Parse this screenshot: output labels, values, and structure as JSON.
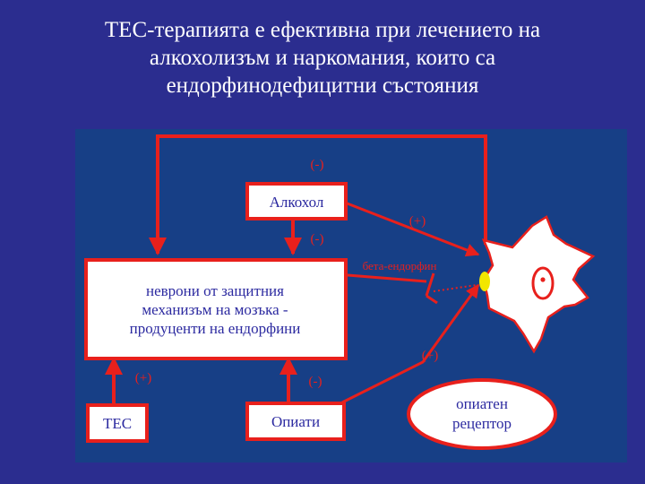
{
  "title_lines": [
    "TEC-терапията е ефективна при лечението на",
    "алкохолизъм и наркомания, които са",
    "ендорфинодефицитни състояния"
  ],
  "diagram": {
    "nodes": {
      "alcohol": "Алкохол",
      "neurons_line1": "неврони от защитния",
      "neurons_line2": "механизъм на мозъка -",
      "neurons_line3": "продуценти на ендорфини",
      "tec": "TEC",
      "opiates": "Опиати",
      "receptor_line1": "опиатен",
      "receptor_line2": "рецептор"
    },
    "labels": {
      "top_loop": "(-)",
      "alcohol_to_cell": "(+)",
      "alcohol_to_neurons": "(-)",
      "beta_endorphin": "бета-ендорфин",
      "receptor_to_cell": "(+)",
      "tec_to_neurons": "(+)",
      "opiates_to_neurons": "(-)"
    }
  },
  "colors": {
    "background": "#2b2d8f",
    "panel": "#173f86",
    "arrow": "#e8201c",
    "box_fill": "#ffffff",
    "box_border": "#e8201c",
    "receptor_dot": "#f2e600"
  }
}
